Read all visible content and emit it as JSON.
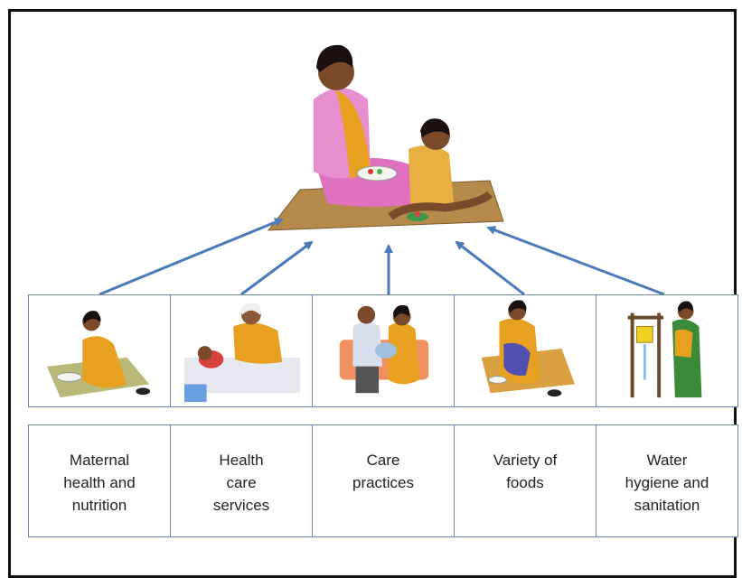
{
  "categories": [
    {
      "label": "Maternal\nhealth and\nnutrition",
      "icon": "mother-eating-icon"
    },
    {
      "label": "Health\ncare\nservices",
      "icon": "nurse-patient-icon"
    },
    {
      "label": "Care\npractices",
      "icon": "parents-with-child-icon"
    },
    {
      "label": "Variety of\nfoods",
      "icon": "mother-feeding-child-icon"
    },
    {
      "label": "Water\nhygiene and\nsanitation",
      "icon": "woman-handwashing-icon"
    }
  ],
  "central_illustration": "mother-and-child-eating-icon",
  "colors": {
    "arrow": "#4a7ab8",
    "cell_border": "#6b86b5",
    "frame": "#111111"
  }
}
